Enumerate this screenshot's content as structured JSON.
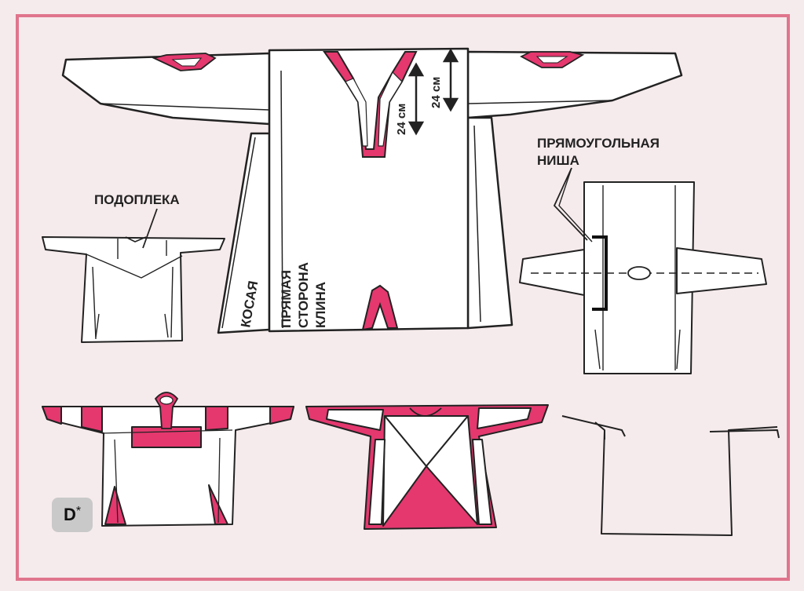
{
  "colors": {
    "background": "#f6ebec",
    "frame": "#e0758d",
    "accent": "#e4386f",
    "garment": "#ffffff",
    "outline": "#222222"
  },
  "labels": {
    "podopleka": "ПОДОПЛЕКА",
    "niche_line1": "ПРЯМОУГОЛЬНАЯ",
    "niche_line2": "НИША",
    "kosaya": "КОСАЯ",
    "straight_line1": "ПРЯМАЯ",
    "straight_line2": "СТОРОНА",
    "straight_line3": "КЛИНА",
    "dim_short": "24 см",
    "dim_long": "24 см"
  },
  "badge": {
    "letter": "D",
    "mark": "*"
  }
}
